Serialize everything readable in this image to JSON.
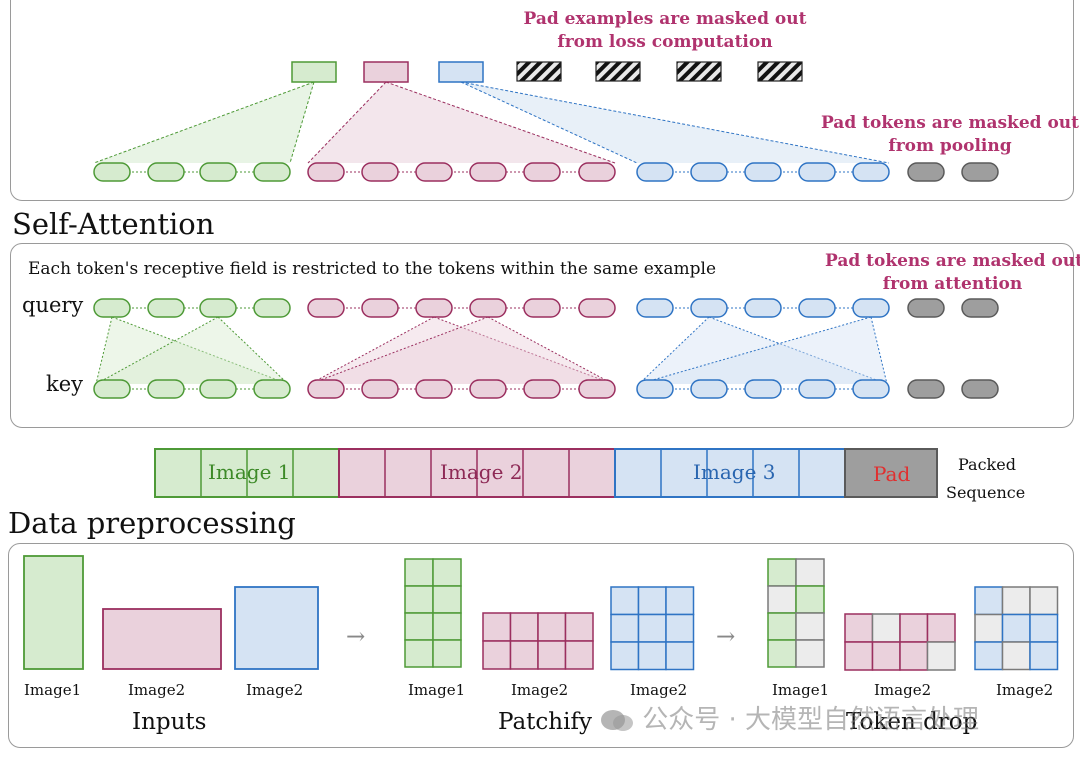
{
  "colors": {
    "green_fill": "#d6ebcf",
    "green_stroke": "#4e9a37",
    "pink_fill": "#ead1dc",
    "pink_stroke": "#9b2f5f",
    "blue_fill": "#d5e3f3",
    "blue_stroke": "#2f74c4",
    "gray_fill": "#9e9e9e",
    "gray_stroke": "#5a5a5a",
    "note_pink": "#b0336e",
    "pad_red": "#e03030"
  },
  "pooling": {
    "pad_examples_note": [
      "Pad examples are masked out",
      "from loss computation"
    ],
    "pad_tokens_note": [
      "Pad tokens are masked out",
      "from pooling"
    ]
  },
  "self_attention": {
    "title": "Self-Attention",
    "description": "Each token's receptive field is restricted to the tokens within the same example",
    "pad_tokens_note": [
      "Pad tokens are masked out",
      "from attention"
    ],
    "query_label": "query",
    "key_label": "key"
  },
  "packed": {
    "segments": [
      {
        "label": "Image 1",
        "color": "green",
        "cells": 4
      },
      {
        "label": "Image 2",
        "color": "pink",
        "cells": 6
      },
      {
        "label": "Image 3",
        "color": "blue",
        "cells": 5
      },
      {
        "label": "Pad",
        "color": "gray",
        "cells": 2
      }
    ],
    "caption": [
      "Packed",
      "Sequence"
    ]
  },
  "preprocessing": {
    "title": "Data preprocessing",
    "arrow": "→",
    "inputs_label": "Inputs",
    "patchify_label": "Patchify",
    "token_drop_label": "Token drop",
    "input_images": [
      "Image1",
      "Image2",
      "Image2"
    ],
    "patch_images": [
      "Image1",
      "Image2",
      "Image2"
    ],
    "drop_images": [
      "Image1",
      "Image2",
      "Image2"
    ]
  },
  "watermark": "公众号 · 大模型自然语言处理"
}
